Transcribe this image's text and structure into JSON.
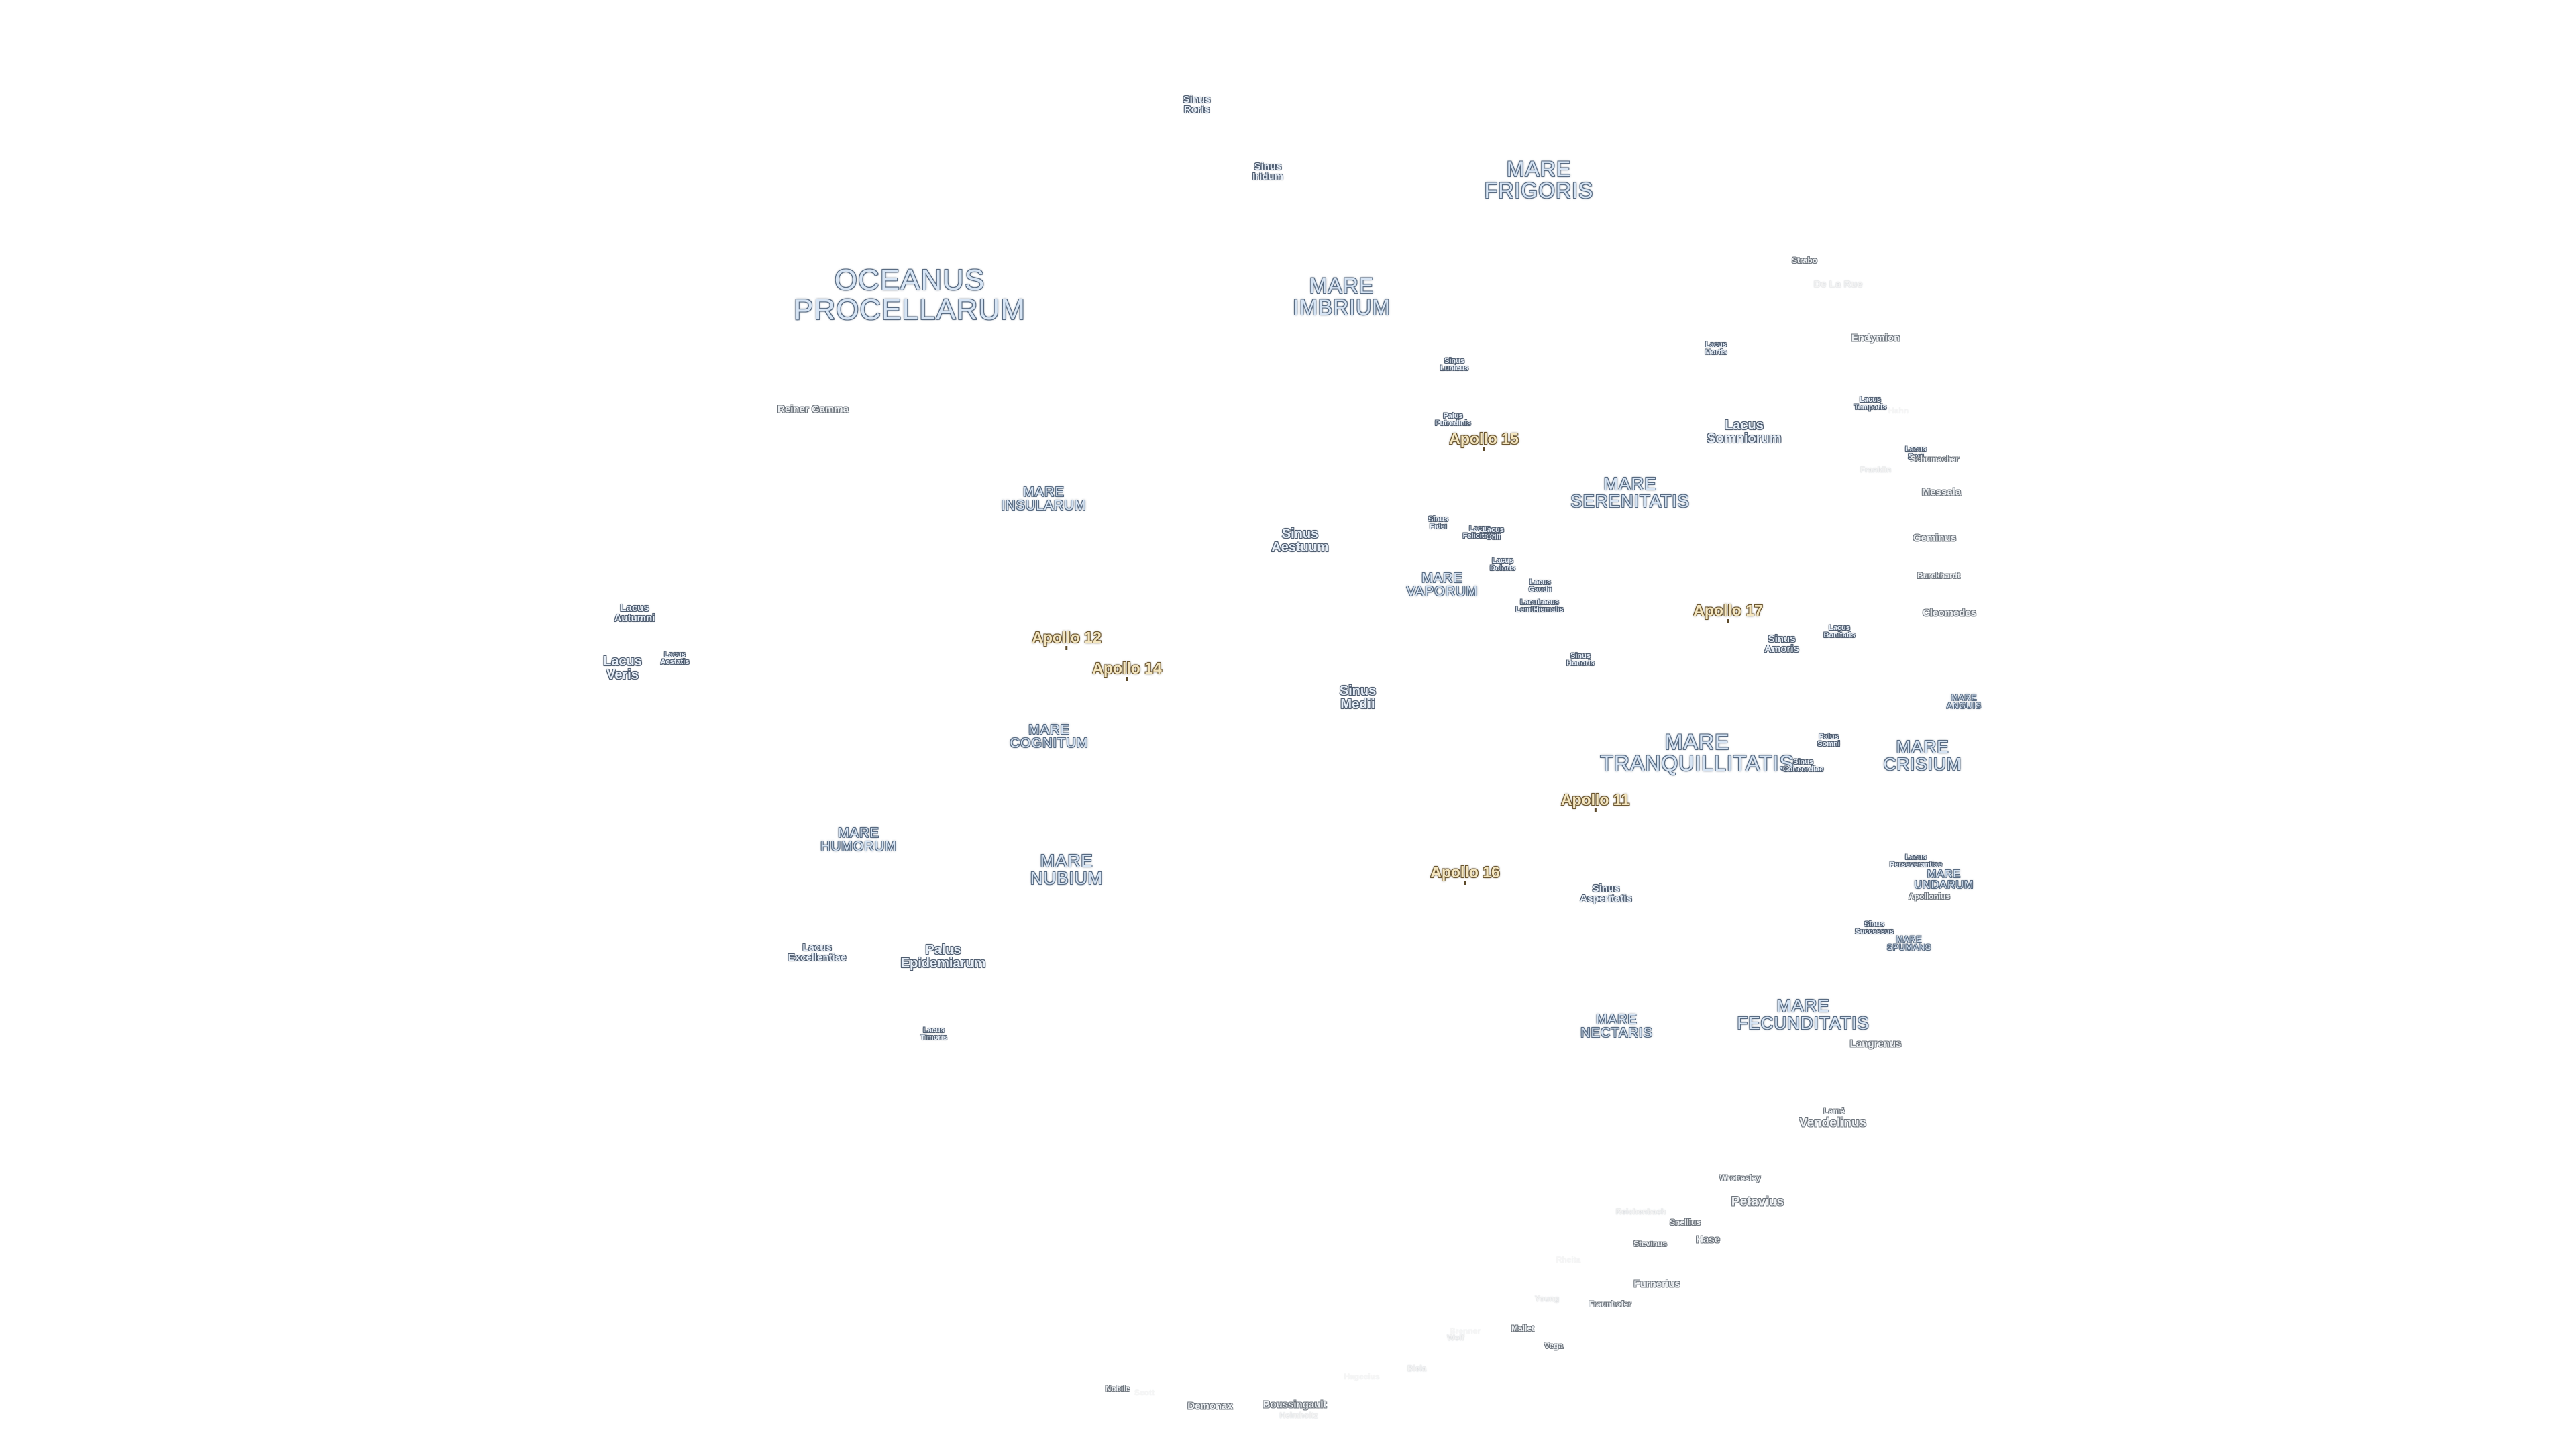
{
  "maria": {
    "oceanus_procellarum": {
      "l1": "OCEANUS",
      "l2": "PROCELLARUM"
    },
    "mare_frigoris": {
      "l1": "MARE",
      "l2": "FRIGORIS"
    },
    "mare_imbrium": {
      "l1": "MARE",
      "l2": "IMBRIUM"
    },
    "mare_serenitatis": {
      "l1": "MARE",
      "l2": "SERENITATIS"
    },
    "mare_insularum": {
      "l1": "MARE",
      "l2": "INSULARUM"
    },
    "mare_vaporum": {
      "l1": "MARE",
      "l2": "VAPORUM"
    },
    "mare_cognitum": {
      "l1": "MARE",
      "l2": "COGNITUM"
    },
    "mare_tranquillitatis": {
      "l1": "MARE",
      "l2": "TRANQUILLITATIS"
    },
    "mare_crisium": {
      "l1": "MARE",
      "l2": "CRISIUM"
    },
    "mare_anguis": {
      "l1": "MARE",
      "l2": "ANGUIS"
    },
    "mare_humorum": {
      "l1": "MARE",
      "l2": "HUMORUM"
    },
    "mare_nubium": {
      "l1": "MARE",
      "l2": "NUBIUM"
    },
    "mare_undarum": {
      "l1": "MARE",
      "l2": "UNDARUM"
    },
    "mare_spumans": {
      "l1": "MARE",
      "l2": "SPUMANS"
    },
    "mare_nectaris": {
      "l1": "MARE",
      "l2": "NECTARIS"
    },
    "mare_fecunditatis": {
      "l1": "MARE",
      "l2": "FECUNDITATIS"
    }
  },
  "minor": {
    "sinus_roris": {
      "l1": "Sinus",
      "l2": "Roris"
    },
    "sinus_iridum": {
      "l1": "Sinus",
      "l2": "Iridum"
    },
    "sinus_lunicus": {
      "l1": "Sinus",
      "l2": "Lunicus"
    },
    "palus_putredinis": {
      "l1": "Palus",
      "l2": "Putredinis"
    },
    "lacus_mortis": {
      "l1": "Lacus",
      "l2": "Mortis"
    },
    "lacus_temporis": {
      "l1": "Lacus",
      "l2": "Temporis"
    },
    "lacus_spei": {
      "l1": "Lacus",
      "l2": "Spei"
    },
    "lacus_somniorum": {
      "l1": "Lacus",
      "l2": "Somniorum"
    },
    "sinus_aestuum": {
      "l1": "Sinus",
      "l2": "Aestuum"
    },
    "sinus_fidei": {
      "l1": "Sinus",
      "l2": "Fidei"
    },
    "lacus_felicitatis": {
      "l1": "Lacus",
      "l2": "Felicitatis"
    },
    "palus_nebularum": {
      "l1": "Lacus",
      "l2": "Odii"
    },
    "lacus_doloris": {
      "l1": "Lacus",
      "l2": "Doloris"
    },
    "lacus_gaudii": {
      "l1": "Lacus",
      "l2": "Gaudii"
    },
    "lacus_lenitatis": {
      "l1": "Lacus",
      "l2": "Lenitatis"
    },
    "lacus_hiemalis": {
      "l1": "Lacus",
      "l2": "Hiemalis"
    },
    "sinus_honoris": {
      "l1": "Sinus",
      "l2": "Honoris"
    },
    "sinus_amoris": {
      "l1": "Sinus",
      "l2": "Amoris"
    },
    "lacus_bonitatis": {
      "l1": "Lacus",
      "l2": "Bonitatis"
    },
    "lacus_autumni": {
      "l1": "Lacus",
      "l2": "Autumni"
    },
    "lacus_veris": {
      "l1": "Lacus",
      "l2": "Veris"
    },
    "lacus_aestatis": {
      "l1": "Lacus",
      "l2": "Aestatis"
    },
    "sinus_medii": {
      "l1": "Sinus",
      "l2": "Medii"
    },
    "palus_somni": {
      "l1": "Palus",
      "l2": "Somni"
    },
    "sinus_concordiae": {
      "l1": "Sinus",
      "l2": "Concordiae"
    },
    "lacus_perseverantiae": {
      "l1": "Lacus",
      "l2": "Perseverantiae"
    },
    "sinus_asperitatis": {
      "l1": "Sinus",
      "l2": "Asperitatis"
    },
    "sinus_successus": {
      "l1": "Sinus",
      "l2": "Successus"
    },
    "lacus_excellentiae": {
      "l1": "Lacus",
      "l2": "Excellentiae"
    },
    "palus_epidemiarum": {
      "l1": "Palus",
      "l2": "Epidemiarum"
    },
    "lacus_timoris": {
      "l1": "Lacus",
      "l2": "Timoris"
    }
  },
  "apollo": {
    "a11": "Apollo 11",
    "a12": "Apollo 12",
    "a14": "Apollo 14",
    "a15": "Apollo 15",
    "a16": "Apollo 16",
    "a17": "Apollo 17"
  },
  "craters": {
    "strabo": "Strabo",
    "de_la_rue": "De La Rue",
    "endymion": "Endymion",
    "hahn_ghost": "Hahn",
    "schumacher": "Schumacher",
    "franklin": "Franklin",
    "messala": "Messala",
    "geminus": "Geminus",
    "burckhardt": "Burckhardt",
    "cleomedes": "Cleomedes",
    "reiner_gamma": "Reiner Gamma",
    "apollonius": "Apollonius",
    "langrenus": "Langrenus",
    "lame": "Lamé",
    "vendelinus": "Vendelinus",
    "wrottesley": "Wrottesley",
    "petavius": "Petavius",
    "reichenbach": "Reichenbach",
    "snellius": "Snellius",
    "stevinus": "Stevinus",
    "hase": "Hase",
    "rosse_ghost": "Rheita",
    "furnerius": "Furnerius",
    "young": "Young",
    "fraunhofer": "Fraunhofer",
    "mallet": "Mallet",
    "vega": "Vega",
    "wolf_ghost": "Brenner",
    "wolf": "Wolf",
    "steinheil": "Biela",
    "nobile": "Nobile",
    "scott": "Scott",
    "demonax": "Demonax",
    "boussingault": "Boussingault",
    "hagecius": "Hagecius",
    "helmholtz": "Helmholtz"
  }
}
